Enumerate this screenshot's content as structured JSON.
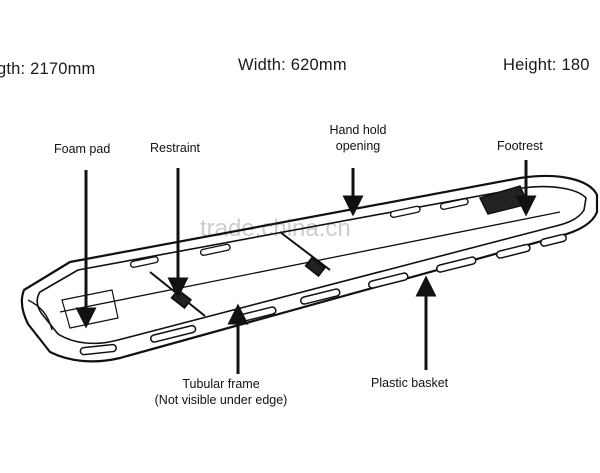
{
  "specs": {
    "length": "gth: 2170mm",
    "width": "Width: 620mm",
    "height": "Height: 180"
  },
  "labels": {
    "foam_pad": "Foam pad",
    "restraint": "Restraint",
    "hand_hold_line1": "Hand hold",
    "hand_hold_line2": "opening",
    "footrest": "Footrest",
    "tubular_frame_line1": "Tubular frame",
    "tubular_frame_line2": "(Not visible under edge)",
    "plastic_basket": "Plastic basket"
  },
  "watermark": "trade.china.cn",
  "colors": {
    "ink": "#111111",
    "watermark": "#c8c8c8"
  }
}
